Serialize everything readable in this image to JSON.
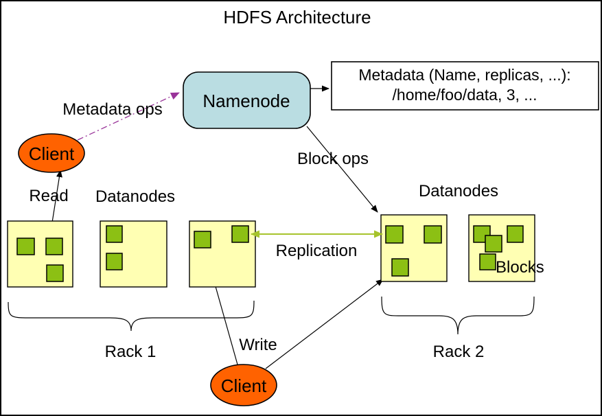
{
  "title": "HDFS Architecture",
  "namenode": {
    "label": "Namenode"
  },
  "metadata_box": {
    "line1": "Metadata (Name, replicas, ...):",
    "line2": "/home/foo/data, 3, ..."
  },
  "client_top": {
    "label": "Client"
  },
  "client_bottom": {
    "label": "Client"
  },
  "labels": {
    "metadata_ops": "Metadata ops",
    "block_ops": "Block ops",
    "read": "Read",
    "write": "Write",
    "replication": "Replication",
    "blocks": "Blocks",
    "datanodes_left": "Datanodes",
    "datanodes_right": "Datanodes",
    "rack1": "Rack 1",
    "rack2": "Rack 2"
  },
  "colors": {
    "background": "#ffffff",
    "border": "#000000",
    "namenode_fill": "#badde2",
    "client_fill": "#ff6200",
    "datanode_fill": "#ffffb3",
    "block_fill": "#8cc014",
    "metadata_box_fill": "#ffffff",
    "replication_arrow": "#a6c32c",
    "metadata_ops_arrow": "#993399",
    "black_arrow": "#000000"
  }
}
